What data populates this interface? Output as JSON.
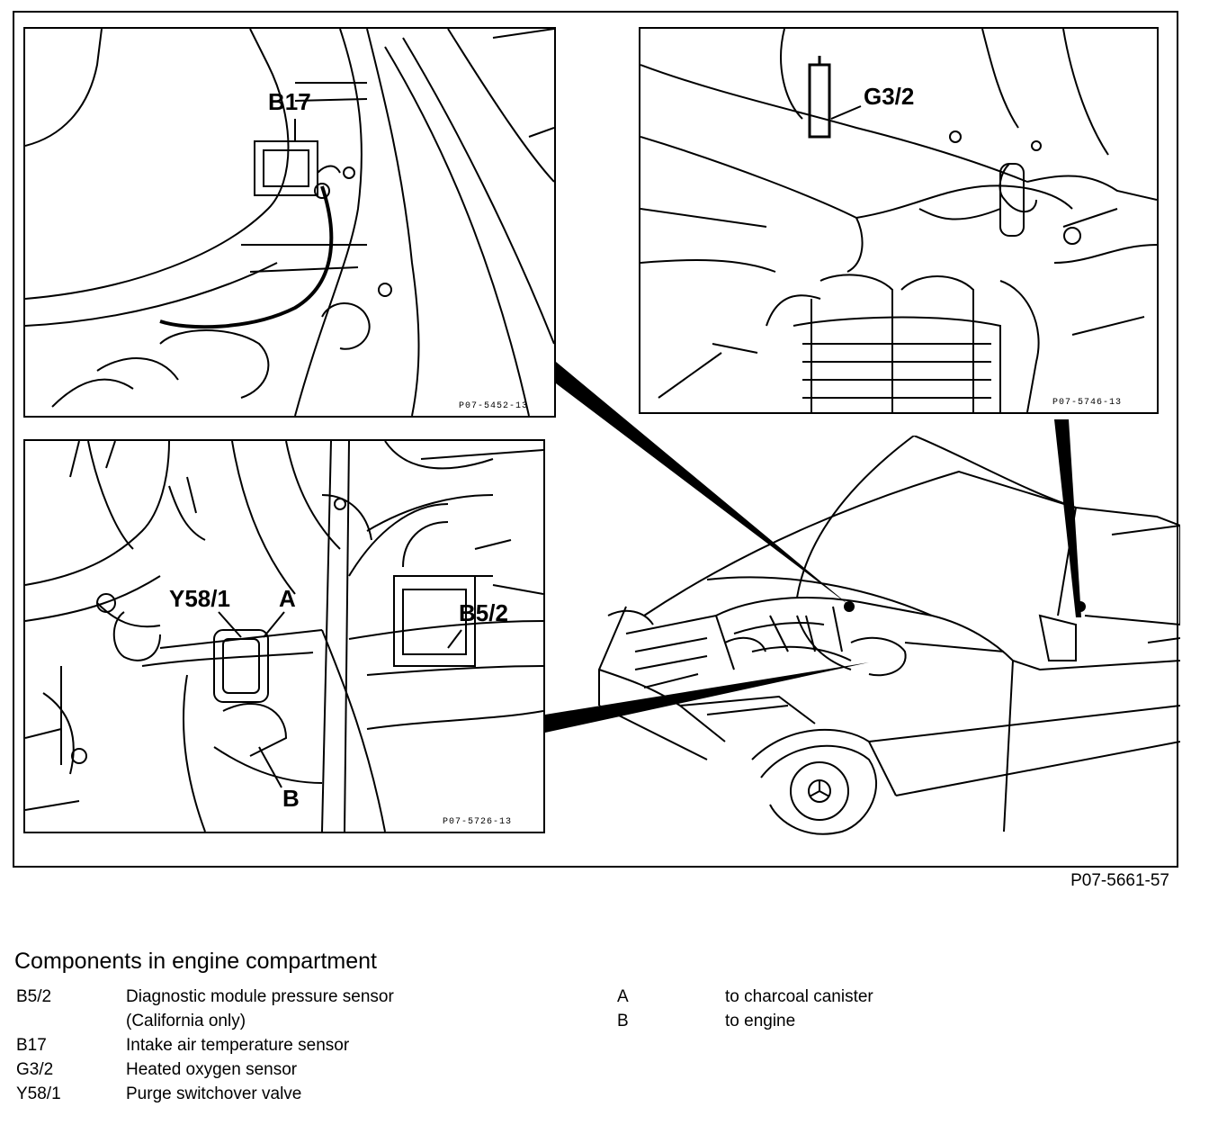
{
  "main_figure_code": "P07-5661-57",
  "insets": {
    "b17": {
      "code": "P07-5452-13",
      "labels": [
        "B17"
      ]
    },
    "g32": {
      "code": "P07-5746-13",
      "labels": [
        "G3/2"
      ]
    },
    "b52": {
      "code": "P07-5726-13",
      "labels": [
        "Y58/1",
        "A",
        "B5/2",
        "B"
      ]
    }
  },
  "legend": {
    "title": "Components in engine compartment",
    "left": [
      {
        "key": "B5/2",
        "desc": "Diagnostic module pressure sensor",
        "desc2": "(California only)"
      },
      {
        "key": "B17",
        "desc": "Intake air temperature sensor"
      },
      {
        "key": "G3/2",
        "desc": "Heated oxygen sensor"
      },
      {
        "key": "Y58/1",
        "desc": "Purge switchover valve"
      }
    ],
    "right": [
      {
        "key": "A",
        "desc": "to charcoal canister"
      },
      {
        "key": "B",
        "desc": "to engine"
      }
    ]
  },
  "colors": {
    "ink": "#000000",
    "paper": "#ffffff"
  }
}
